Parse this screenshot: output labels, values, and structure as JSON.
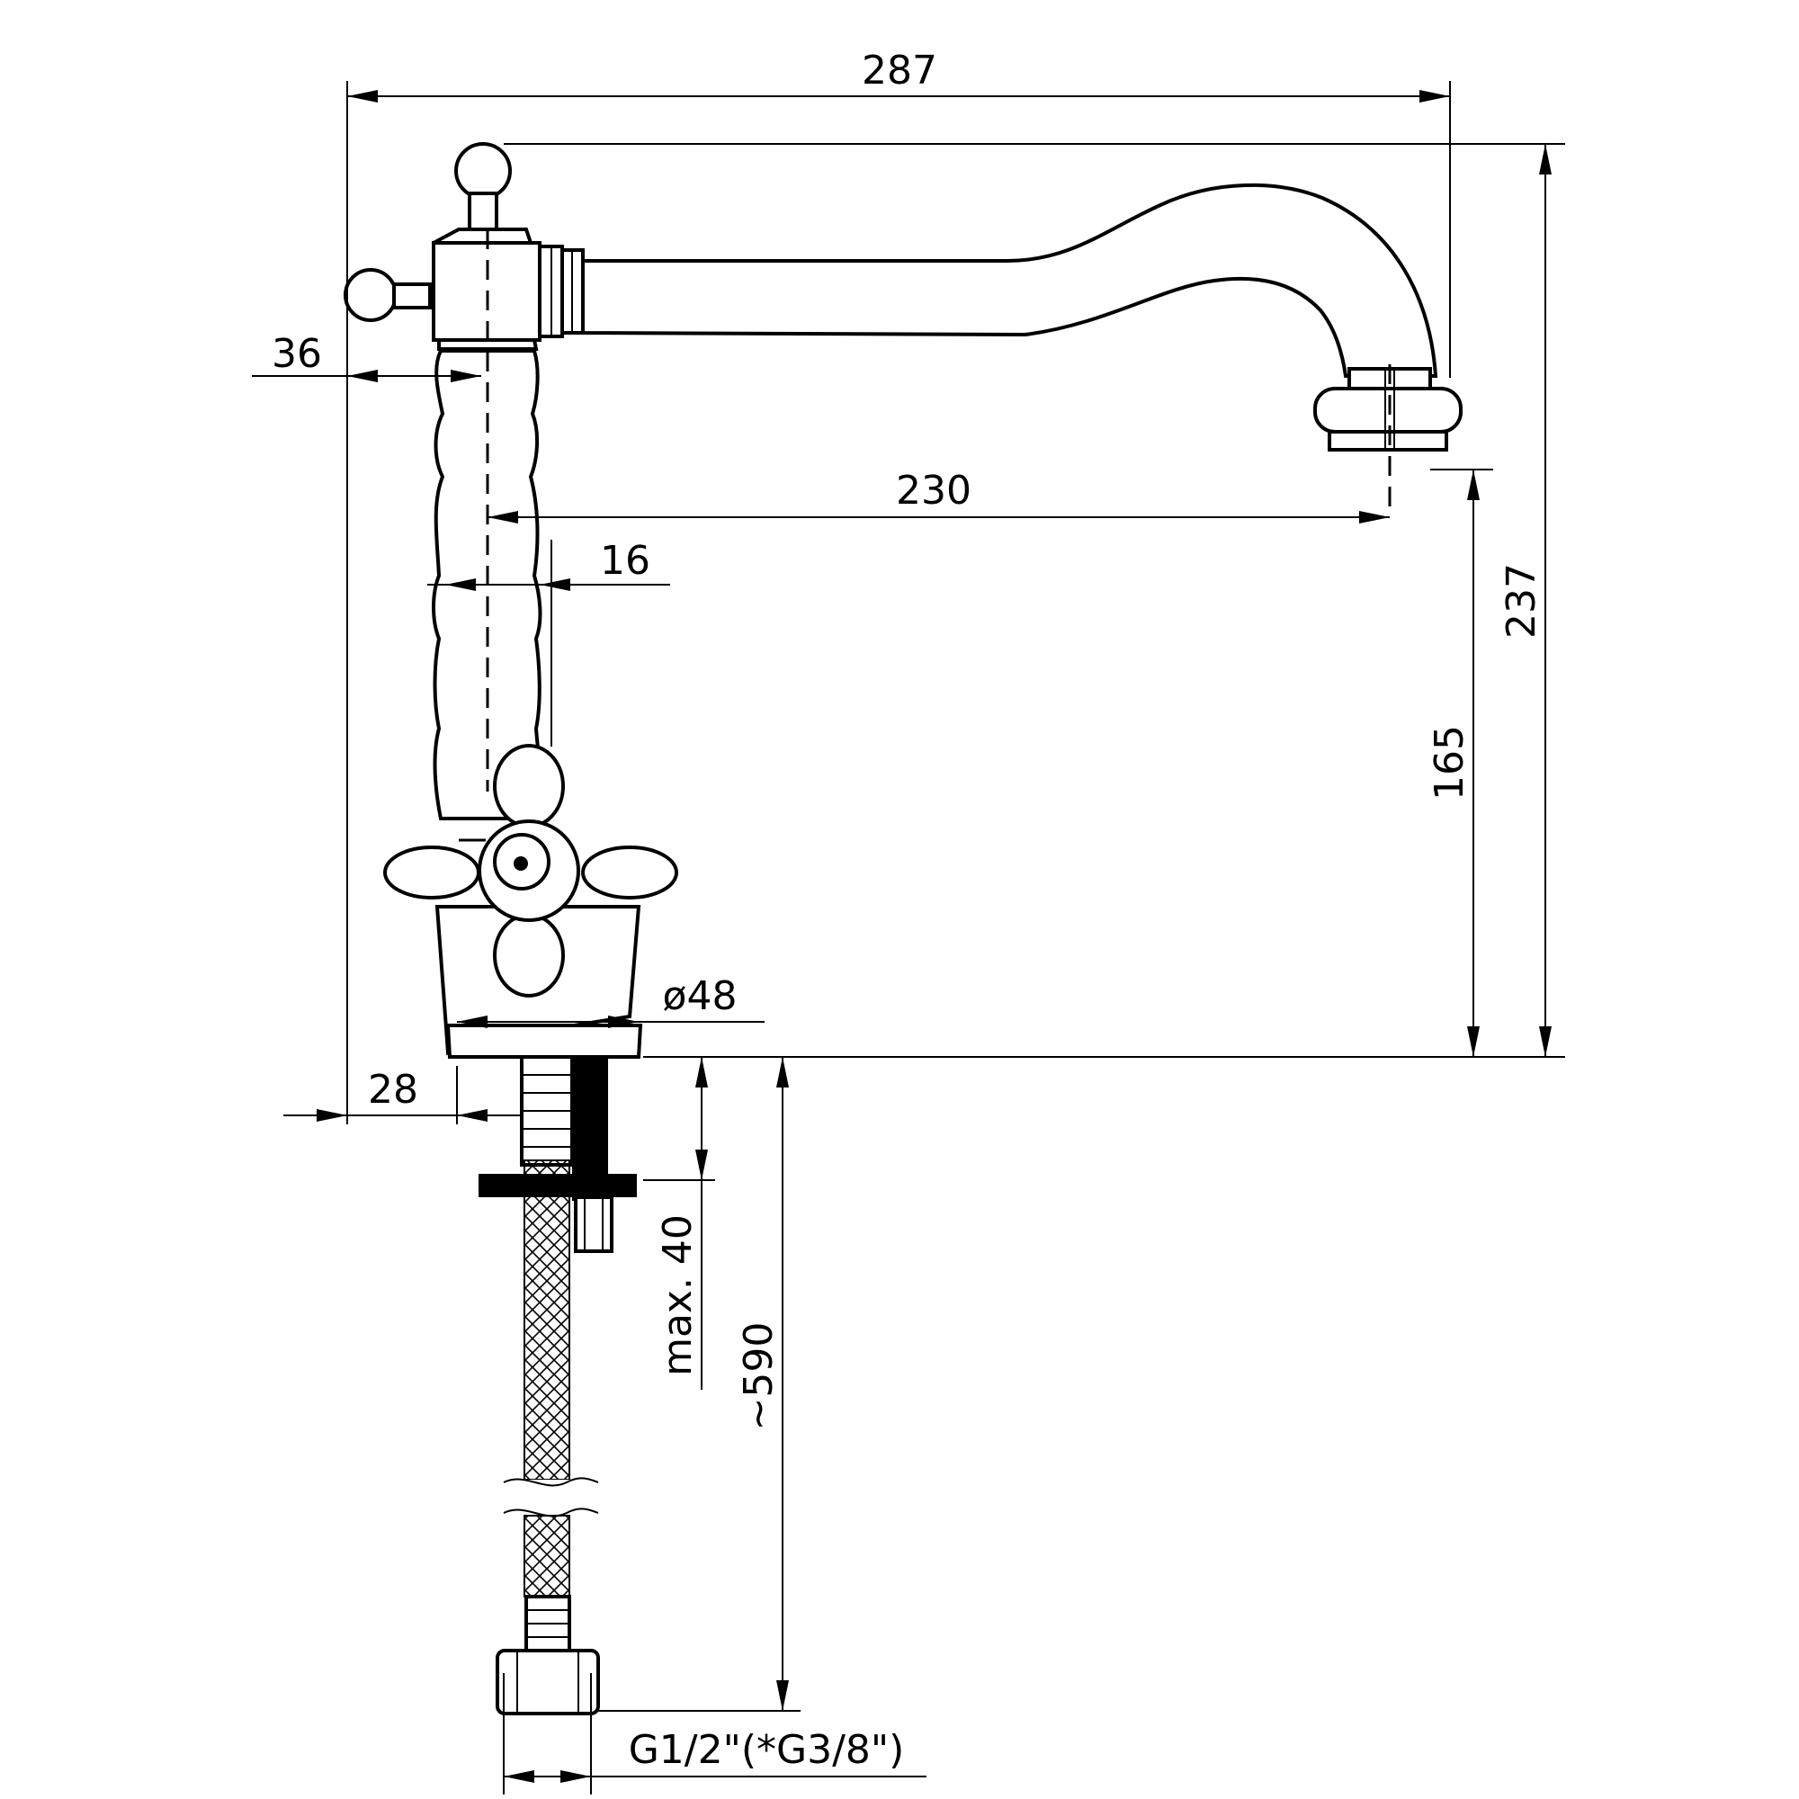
{
  "drawing": {
    "subject": "",
    "dimensions": {
      "overall_width": "287",
      "overall_height": "237",
      "spout_reach": "230",
      "spout_clearance": "165",
      "knob_offset": "36",
      "shaft_offset": "16",
      "base_diameter": "ø48",
      "base_offset": "28",
      "max_deck_thickness": "max. 40",
      "hose_length": "~590",
      "connection_thread": "G1/2\"(*G3/8\")"
    },
    "colors": {
      "line": "#000000",
      "background": "#ffffff"
    }
  }
}
